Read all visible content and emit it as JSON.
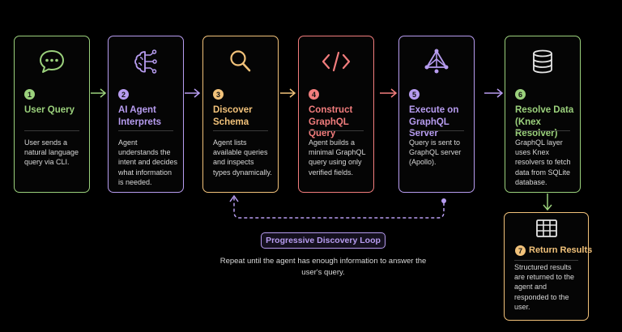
{
  "colors": {
    "green": "#9bd17c",
    "purple": "#b79cf0",
    "orange": "#f2c27a",
    "red": "#f27d7d"
  },
  "steps": [
    {
      "number": "1",
      "title": "User Query",
      "icon": "chat-bubble-icon",
      "desc": "User sends a natural language query via CLI."
    },
    {
      "number": "2",
      "title": "AI Agent Interprets",
      "icon": "brain-icon",
      "desc": "Agent understands the intent and decides what information is needed."
    },
    {
      "number": "3",
      "title": "Discover Schema",
      "icon": "magnifier-icon",
      "desc": "Agent lists available queries and inspects types dynamically."
    },
    {
      "number": "4",
      "title": "Construct GraphQL Query",
      "icon": "code-icon",
      "desc": "Agent builds a minimal GraphQL query using only verified fields."
    },
    {
      "number": "5",
      "title": "Execute on GraphQL Server",
      "icon": "graphql-icon",
      "desc": "Query is sent to GraphQL server (Apollo)."
    },
    {
      "number": "6",
      "title": "Resolve Data (Knex Resolver)",
      "icon": "database-icon",
      "desc": "GraphQL layer uses Knex resolvers to fetch data from SQLite database."
    },
    {
      "number": "7",
      "title": "Return Results",
      "icon": "table-icon",
      "desc": "Structured results are returned to the agent and responded to the user."
    }
  ],
  "loop": {
    "label": "Progressive Discovery Loop",
    "note": "Repeat until the agent has enough information to answer the user's query."
  }
}
